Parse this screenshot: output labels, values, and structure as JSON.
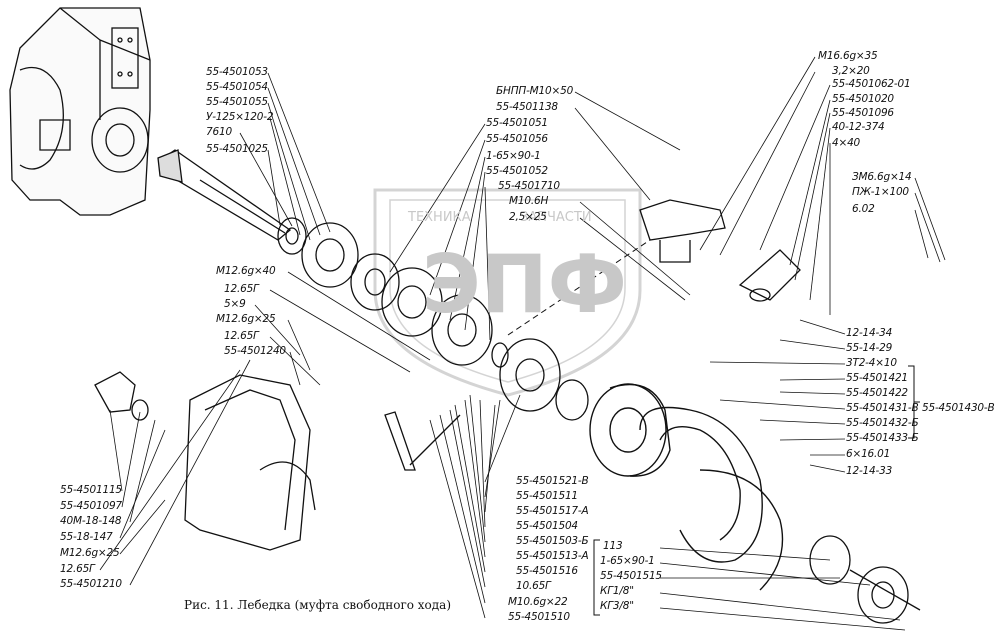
{
  "caption": "Рис. 11. Лебедка (муфта свободного хода)",
  "watermark": {
    "top": "ТЕХНИКА",
    "top2": "ЗАПЧАСТИ",
    "big": "ЭПФ"
  },
  "labels_top_left": [
    "55-4501053",
    "55-4501054",
    "55-4501055",
    "У-125×120-2",
    "7610",
    "55-4501025"
  ],
  "labels_top_mid": [
    "55-4501051",
    "55-4501056",
    "1-65×90-1",
    "55-4501052",
    "55-4501710"
  ],
  "labels_top_center": [
    "БНПП-М10×50",
    "55-4501138"
  ],
  "labels_m10": [
    "М10.6Н",
    "2,5×25"
  ],
  "labels_top_right": [
    "М16.6g×35",
    "3,2×20",
    "55-4501062-01",
    "55-4501020",
    "55-4501096",
    "40-12-374",
    "4×40"
  ],
  "labels_far_right": [
    "ЗМ6.6g×14",
    "ПЖ-1×100",
    "6.02"
  ],
  "labels_left_mid": [
    "М12.6g×40",
    "12.65Г",
    "5×9",
    "М12.6g×25",
    "12.65Г",
    "55-4501240"
  ],
  "labels_right_mid": [
    "12-14-34",
    "55-14-29",
    "3Т2-4×10",
    "55-4501421",
    "55-4501422",
    "55-4501431-В",
    "55-4501432-Б",
    "55-4501433-Б",
    "6×16.01",
    "12-14-33"
  ],
  "label_bracket_right": "55-4501430-В",
  "labels_bottom_left": [
    "55-4501115",
    "55-4501097",
    "40М-18-148",
    "55-18-147",
    "М12.6g×25",
    "12.65Г",
    "55-4501210"
  ],
  "labels_bottom_mid": [
    "55-4501521-В",
    "55-4501511",
    "55-4501517-А",
    "55-4501504",
    "55-4501503-Б",
    "55-4501513-А",
    "55-4501516",
    "10.65Г",
    "М10.6g×22",
    "55-4501510"
  ],
  "labels_bottom_right": [
    "113",
    "1-65×90-1",
    "55-4501515",
    "КГ1/8\"",
    "КГ3/8\""
  ]
}
